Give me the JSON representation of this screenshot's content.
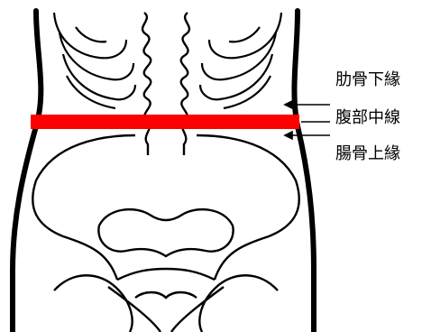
{
  "labels": {
    "rib_lower_edge": "肋骨下緣",
    "abdomen_midline": "腹部中線",
    "iliac_upper_edge": "腸骨上緣"
  },
  "colors": {
    "midline": "#ff0000",
    "stroke": "#000000",
    "background": "#ffffff"
  }
}
